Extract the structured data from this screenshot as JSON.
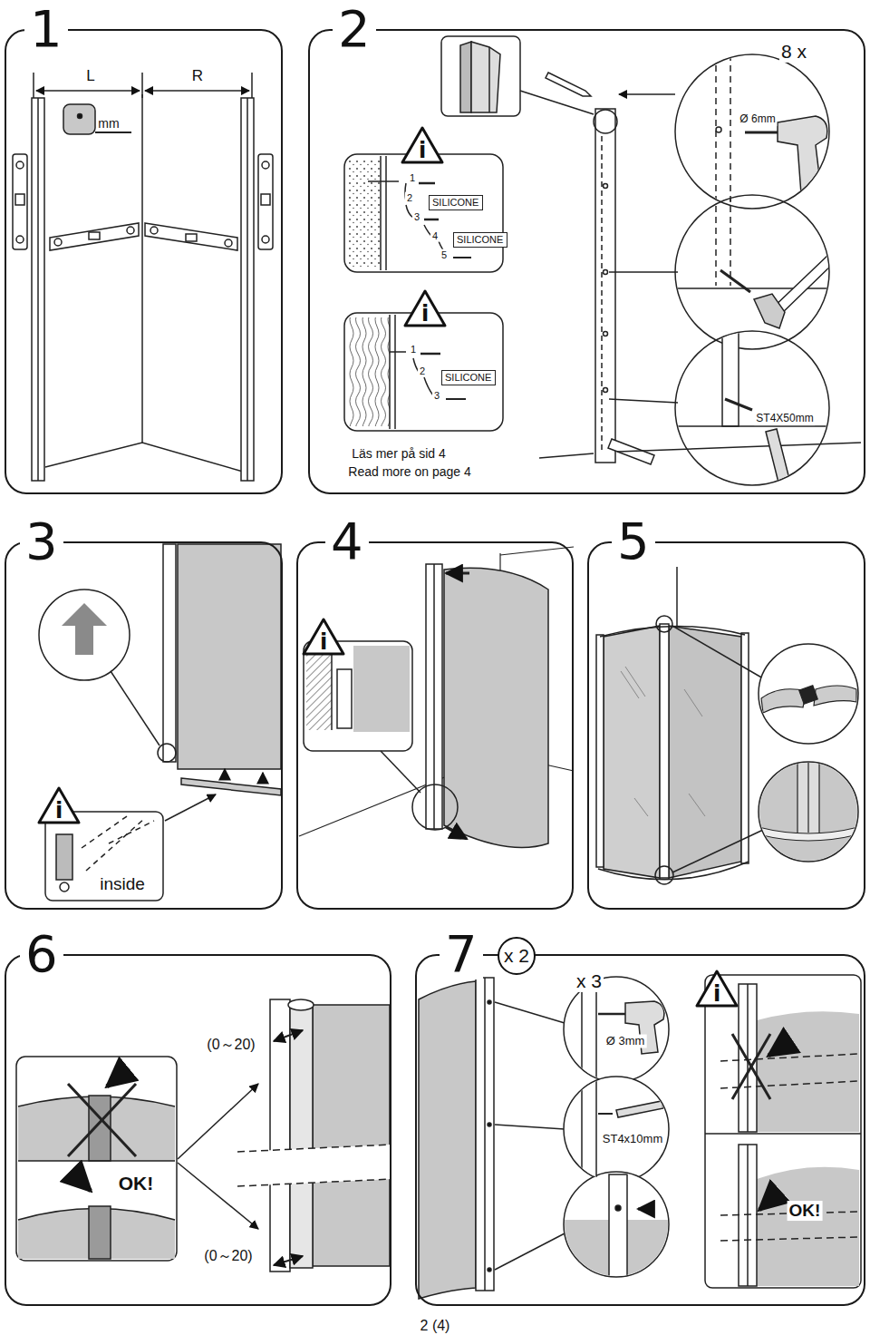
{
  "diagram": {
    "nodes": [
      {
        "text": [
          "1"
        ]
      },
      {
        "text": [
          "2"
        ]
      },
      {
        "text": [
          "i"
        ],
        "in": 1
      },
      {
        "text": [
          "SILICONE"
        ],
        "in": 1
      },
      {
        "text": [
          "SILICONE"
        ],
        "in": 1
      },
      {
        "text": [
          "i"
        ],
        "in": 1
      },
      {
        "text": [
          "SILICONE"
        ],
        "in": 1
      },
      {
        "text": [
          "3"
        ]
      },
      {
        "text": [
          "i"
        ],
        "in": 7
      },
      {
        "text": [
          "4"
        ]
      },
      {
        "text": [
          "i"
        ],
        "in": 9
      },
      {
        "text": [
          "5"
        ]
      },
      {
        "text": [
          "6"
        ]
      },
      {
        "text": [
          "7"
        ]
      },
      {
        "text": [
          "x 2"
        ],
        "in": 13
      },
      {
        "text": [
          "i"
        ],
        "in": 13
      }
    ],
    "labels": [
      "L",
      "R",
      "mm",
      "8 x",
      "Ø 6mm",
      "1",
      "2",
      "3",
      "4",
      "5",
      "1",
      "2",
      "3",
      "ST4X50mm",
      "Läs mer på sid 4",
      "Read more on page 4",
      "inside",
      "(0～20)",
      "OK!",
      "(0～20)",
      "x 3",
      "Ø 3mm",
      "ST4x10mm",
      "OK!",
      "2 (4)"
    ]
  }
}
